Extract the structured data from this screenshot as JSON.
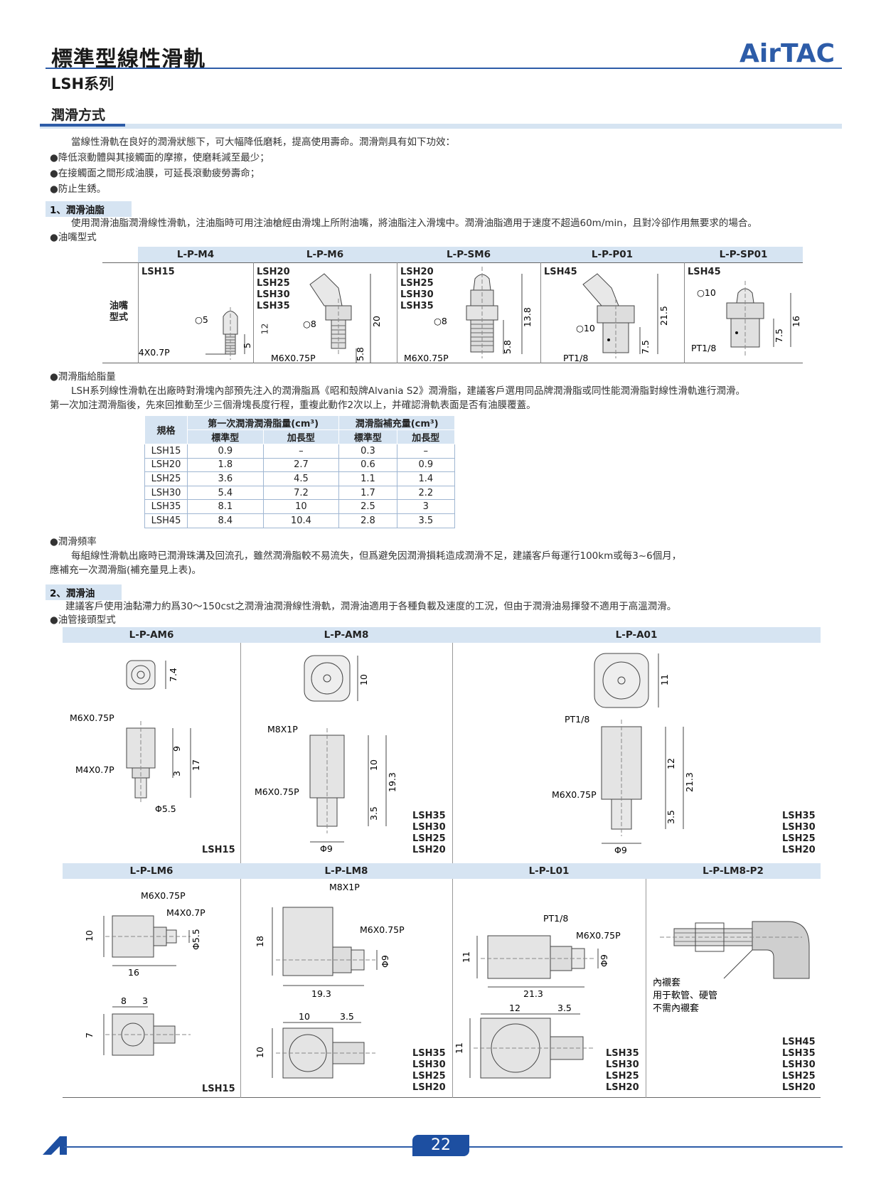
{
  "header": {
    "title": "標準型線性滑軌",
    "subtitle": "LSH系列",
    "logo_text": "AirTAC",
    "brand_color": "#2d5ca8"
  },
  "section": {
    "title": "潤滑方式",
    "intro": "當線性滑軌在良好的潤滑狀態下，可大幅降低磨耗，提高使用壽命。潤滑劑具有如下功效：",
    "bullets": [
      "●降低滾動體與其接觸面的摩擦，使磨耗減至最少；",
      "●在接觸面之間形成油膜，可延長滾動疲勞壽命；",
      "●防止生銹。"
    ]
  },
  "grease": {
    "heading": "1、潤滑油脂",
    "desc": "使用潤滑油脂潤滑線性滑軌，注油脂時可用注油槍經由滑塊上所附油嘴，將油脂注入滑塊中。潤滑油脂適用于速度不超過60m/min，且對冷卻作用無要求的場合。",
    "nozzle_label": "●油嘴型式",
    "row_label": "油嘴\n型式",
    "nozzles": [
      {
        "code": "L-P-M4",
        "models": "LSH15",
        "thread": "M4X0.7P",
        "d1": "○5",
        "h1": "5",
        "h2": "12"
      },
      {
        "code": "L-P-M6",
        "models": "LSH20\nLSH25\nLSH30\nLSH35",
        "thread": "M6X0.75P",
        "d1": "○8",
        "h1": "5.8",
        "h2": "20"
      },
      {
        "code": "L-P-SM6",
        "models": "LSH20\nLSH25\nLSH30\nLSH35",
        "thread": "M6X0.75P",
        "d1": "○8",
        "h1": "5.8",
        "h2": "13.8"
      },
      {
        "code": "L-P-P01",
        "models": "LSH45",
        "thread": "PT1/8",
        "d1": "○10",
        "h1": "7.5",
        "h2": "21.5"
      },
      {
        "code": "L-P-SP01",
        "models": "LSH45",
        "thread": "PT1/8",
        "d1": "○10",
        "h1": "7.5",
        "h2": "16"
      }
    ],
    "amount_label": "●潤滑脂給脂量",
    "amount_desc1": "LSH系列線性滑軌在出廠時對滑塊內部預先注入的潤滑脂爲《昭和殼牌Alvania S2》潤滑脂，建議客戶選用同品牌潤滑脂或同性能潤滑脂對線性滑軌進行潤滑。",
    "amount_desc2": "第一次加注潤滑脂後，先來回推動至少三個滑塊長度行程，重複此動作2次以上，并確認滑軌表面是否有油膜覆蓋。",
    "table": {
      "spec": "規格",
      "first": "第一次潤滑潤滑脂量(cm³)",
      "refill": "潤滑脂補充量(cm³)",
      "std": "標準型",
      "long": "加長型",
      "rows": [
        [
          "LSH15",
          "0.9",
          "–",
          "0.3",
          "–"
        ],
        [
          "LSH20",
          "1.8",
          "2.7",
          "0.6",
          "0.9"
        ],
        [
          "LSH25",
          "3.6",
          "4.5",
          "1.1",
          "1.4"
        ],
        [
          "LSH30",
          "5.4",
          "7.2",
          "1.7",
          "2.2"
        ],
        [
          "LSH35",
          "8.1",
          "10",
          "2.5",
          "3"
        ],
        [
          "LSH45",
          "8.4",
          "10.4",
          "2.8",
          "3.5"
        ]
      ]
    },
    "freq_label": "●潤滑頻率",
    "freq_desc1": "每組線性滑軌出廠時已潤滑珠溝及回流孔，雖然潤滑脂較不易流失，但爲避免因潤滑損耗造成潤滑不足，建議客戶每運行100km或每3~6個月，",
    "freq_desc2": "應補充一次潤滑脂(補充量見上表)。"
  },
  "oil": {
    "heading": "2、潤滑油",
    "desc": "建議客戶使用油黏滯力約爲30～150cst之潤滑油潤滑線性滑軌，潤滑油適用于各種負載及速度的工況，但由于潤滑油易揮發不適用于高溫潤滑。",
    "fitting_label": "●油管接頭型式",
    "row1": [
      {
        "code": "L-P-AM6",
        "models": "LSH15",
        "t1": "M6X0.75P",
        "t2": "M4X0.7P",
        "dia": "Φ5.5",
        "top": "7.4",
        "d_a": "9",
        "d_b": "3",
        "d_c": "17"
      },
      {
        "code": "L-P-AM8",
        "models": "LSH35\nLSH30\nLSH25\nLSH20",
        "t1": "M8X1P",
        "t2": "M6X0.75P",
        "dia": "Φ9",
        "top": "10",
        "d_a": "10",
        "d_b": "3.5",
        "d_c": "19.3"
      },
      {
        "code": "L-P-A01",
        "models": "LSH35\nLSH30\nLSH25\nLSH20",
        "t1": "PT1/8",
        "t2": "M6X0.75P",
        "dia": "Φ9",
        "top": "11",
        "d_a": "12",
        "d_b": "3.5",
        "d_c": "21.3"
      }
    ],
    "row2": [
      {
        "code": "L-P-LM6",
        "models": "LSH15",
        "t1": "M6X0.75P",
        "t2": "M4X0.7P",
        "h": "10",
        "dia": "Φ5.5",
        "len": "16",
        "a": "8",
        "b": "3",
        "c": "7"
      },
      {
        "code": "L-P-LM8",
        "models": "LSH35\nLSH30\nLSH25\nLSH20",
        "t1": "M8X1P",
        "t2": "M6X0.75P",
        "h": "18",
        "dia": "Φ9",
        "len": "19.3",
        "a": "10",
        "b": "3.5",
        "c": "10"
      },
      {
        "code": "L-P-L01",
        "models": "LSH35\nLSH30\nLSH25\nLSH20",
        "t1": "PT1/8",
        "t2": "M6X0.75P",
        "h": "11",
        "dia": "Φ9",
        "len": "21.3",
        "a": "12",
        "b": "3.5",
        "c": "11"
      },
      {
        "code": "L-P-LM8-P2",
        "models": "LSH45\nLSH35\nLSH30\nLSH25\nLSH20",
        "note1": "內襯套",
        "note2": "用于軟管、硬管",
        "note3": "不需內襯套"
      }
    ]
  },
  "footer": {
    "page": "22"
  }
}
